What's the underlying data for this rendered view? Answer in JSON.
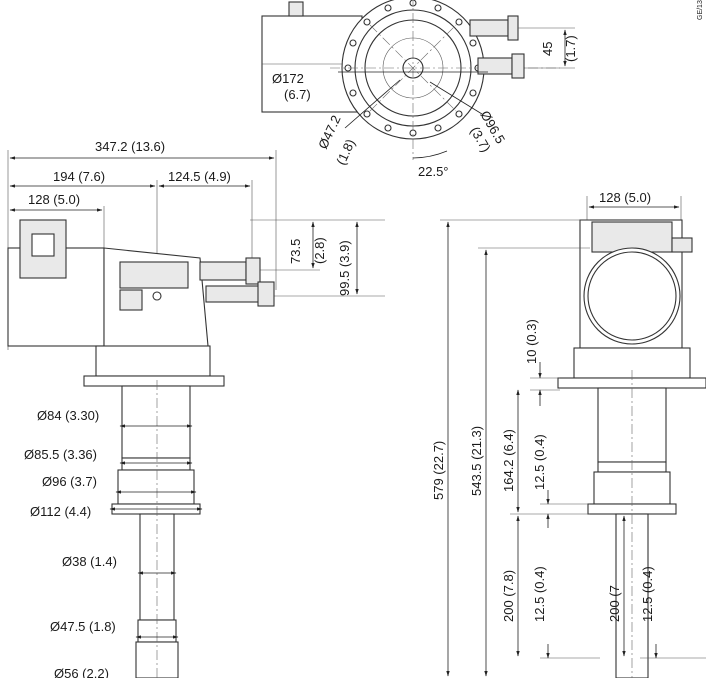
{
  "doc_id": "GE/13",
  "colors": {
    "line": "#333333",
    "dim": "#222222",
    "background": "#ffffff"
  },
  "top_view": {
    "dia_172": "Ø172",
    "dia_172_in": "(6.7)",
    "dia_47_2": "Ø47.2",
    "dia_47_2_in": "(1.8)",
    "dia_96_5": "Ø96.5",
    "dia_96_5_in": "(3.7)",
    "angle": "22.5°",
    "offset_45": "45",
    "offset_45_in": "(1.7)"
  },
  "side_view": {
    "overall_width": "347.2 (13.6)",
    "width_194": "194 (7.6)",
    "width_124_5": "124.5 (4.9)",
    "width_128": "128 (5.0)",
    "height_73_5": "73.5",
    "height_73_5_in": "(2.8)",
    "height_99_5": "99.5 (3.9)",
    "shaft_diameters": [
      "Ø84 (3.30)",
      "Ø85.5 (3.36)",
      "Ø96 (3.7)",
      "Ø112 (4.4)",
      "Ø38 (1.4)",
      "Ø47.5 (1.8)",
      "Ø56 (2.2)"
    ]
  },
  "front_view": {
    "width_128": "128 (5.0)",
    "total_579": "579 (22.7)",
    "height_543_5": "543.5 (21.3)",
    "height_164_2": "164.2 (6.4)",
    "height_10": "10 (0.3)",
    "height_12_5_a": "12.5 (0.4)",
    "height_200_a": "200 (7.8)",
    "height_12_5_b": "12.5 (0.4)",
    "height_200_b": "200 (7",
    "height_12_5_c": "12.5 (0.4)"
  }
}
